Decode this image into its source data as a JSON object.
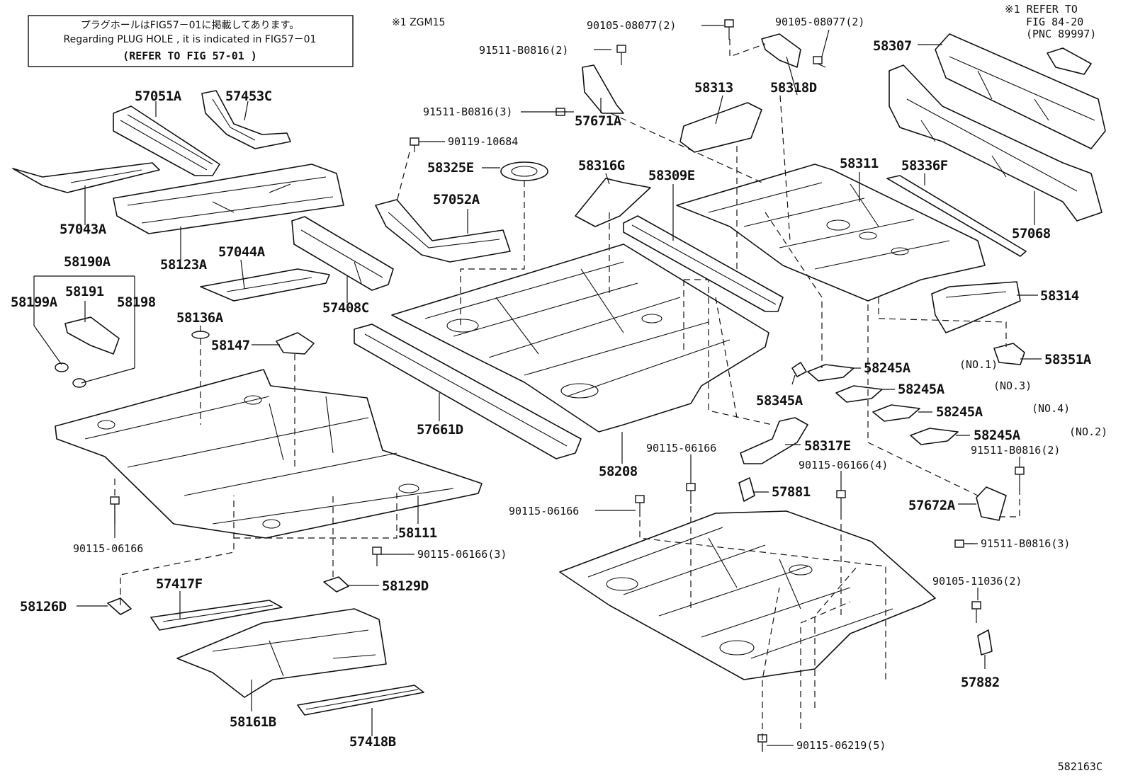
{
  "note_box": {
    "line_jp": "プラグホールはFIG57－01に掲載してあります。",
    "line_en": "Regarding PLUG HOLE , it is indicated in FIG57－01",
    "line_ref": "(REFER TO FIG 57-01  )"
  },
  "zgm_note": "※1 ZGM15",
  "refer_note": {
    "line1": "※1 REFER TO",
    "line2": "FIG 84-20",
    "line3": "(PNC 89997)"
  },
  "diagram_code": "582163C",
  "parts": [
    {
      "id": "p01",
      "label": "57051A"
    },
    {
      "id": "p02",
      "label": "57453C"
    },
    {
      "id": "p03",
      "label": "57043A"
    },
    {
      "id": "p04",
      "label": "58123A"
    },
    {
      "id": "p05",
      "label": "57044A"
    },
    {
      "id": "p06",
      "label": "57408C"
    },
    {
      "id": "p07",
      "label": "58190A"
    },
    {
      "id": "p08",
      "label": "58191"
    },
    {
      "id": "p09",
      "label": "58199A"
    },
    {
      "id": "p10",
      "label": "58198"
    },
    {
      "id": "p11",
      "label": "58136A"
    },
    {
      "id": "p12",
      "label": "58147"
    },
    {
      "id": "p13",
      "label": "58111"
    },
    {
      "id": "p14",
      "label": "90115-06166"
    },
    {
      "id": "p15",
      "label": "90115-06166(3)"
    },
    {
      "id": "p16",
      "label": "58129D"
    },
    {
      "id": "p17",
      "label": "58126D"
    },
    {
      "id": "p18",
      "label": "57417F"
    },
    {
      "id": "p19",
      "label": "58161B"
    },
    {
      "id": "p20",
      "label": "57418B"
    },
    {
      "id": "p21",
      "label": "91511-B0816(2)"
    },
    {
      "id": "p22",
      "label": "91511-B0816(3)"
    },
    {
      "id": "p23",
      "label": "90119-10684"
    },
    {
      "id": "p24",
      "label": "58325E"
    },
    {
      "id": "p25",
      "label": "57052A"
    },
    {
      "id": "p26",
      "label": "57671A"
    },
    {
      "id": "p27",
      "label": "57661D"
    },
    {
      "id": "p28",
      "label": "58208"
    },
    {
      "id": "p29",
      "label": "90105-08077(2)"
    },
    {
      "id": "p30",
      "label": "90105-08077(2)"
    },
    {
      "id": "p31",
      "label": "58318D"
    },
    {
      "id": "p32",
      "label": "58313"
    },
    {
      "id": "p33",
      "label": "58316G"
    },
    {
      "id": "p34",
      "label": "58309E"
    },
    {
      "id": "p35",
      "label": "58311"
    },
    {
      "id": "p36",
      "label": "58336F"
    },
    {
      "id": "p37",
      "label": "58307"
    },
    {
      "id": "p38",
      "label": "57068"
    },
    {
      "id": "p39",
      "label": "58314"
    },
    {
      "id": "p40",
      "label": "58351A"
    },
    {
      "id": "p41",
      "label": "58245A"
    },
    {
      "id": "p42",
      "label": "58245A"
    },
    {
      "id": "p43",
      "label": "58245A"
    },
    {
      "id": "p44",
      "label": "58245A"
    },
    {
      "id": "p45",
      "label": "58345A"
    },
    {
      "id": "p46",
      "label": "58317E"
    },
    {
      "id": "p47",
      "label": "90115-06166"
    },
    {
      "id": "p48",
      "label": "90115-06166(4)"
    },
    {
      "id": "p49",
      "label": "90115-06166"
    },
    {
      "id": "p50",
      "label": "57881"
    },
    {
      "id": "p51",
      "label": "91511-B0816(2)"
    },
    {
      "id": "p52",
      "label": "57672A"
    },
    {
      "id": "p53",
      "label": "91511-B0816(3)"
    },
    {
      "id": "p54",
      "label": "90105-11036(2)"
    },
    {
      "id": "p55",
      "label": "57882"
    },
    {
      "id": "p56",
      "label": "90115-06219(5)"
    }
  ],
  "qualifiers": {
    "q1": "(NO.1)",
    "q2": "(NO.3)",
    "q3": "(NO.4)",
    "q4": "(NO.2)"
  }
}
